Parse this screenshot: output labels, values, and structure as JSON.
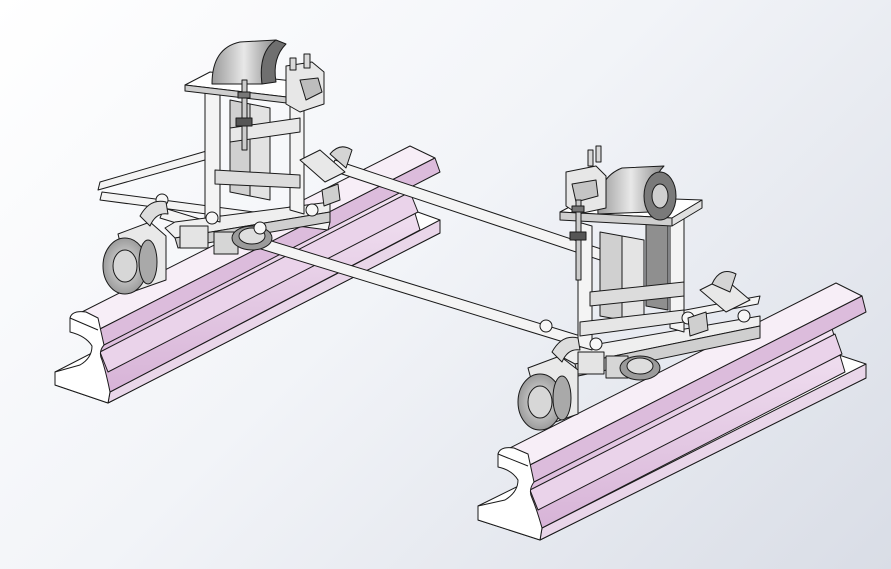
{
  "viewport": {
    "background_top": "#ffffff",
    "background_bottom": "#d9dde6"
  },
  "colors": {
    "rail_face": "#ecd9ec",
    "rail_web": "#d9b8d9",
    "rail_top": "#f5ecf5",
    "outline": "#1a1a1a",
    "metal_light": "#f3f3f3",
    "metal_mid": "#c9c9c9",
    "metal_dark": "#8f8f8f",
    "wheel": "#b8b8b8"
  },
  "model": {
    "parts": [
      "rail-left",
      "rail-right",
      "carriage-left",
      "carriage-right",
      "connecting-rods",
      "guide-wheels"
    ]
  }
}
